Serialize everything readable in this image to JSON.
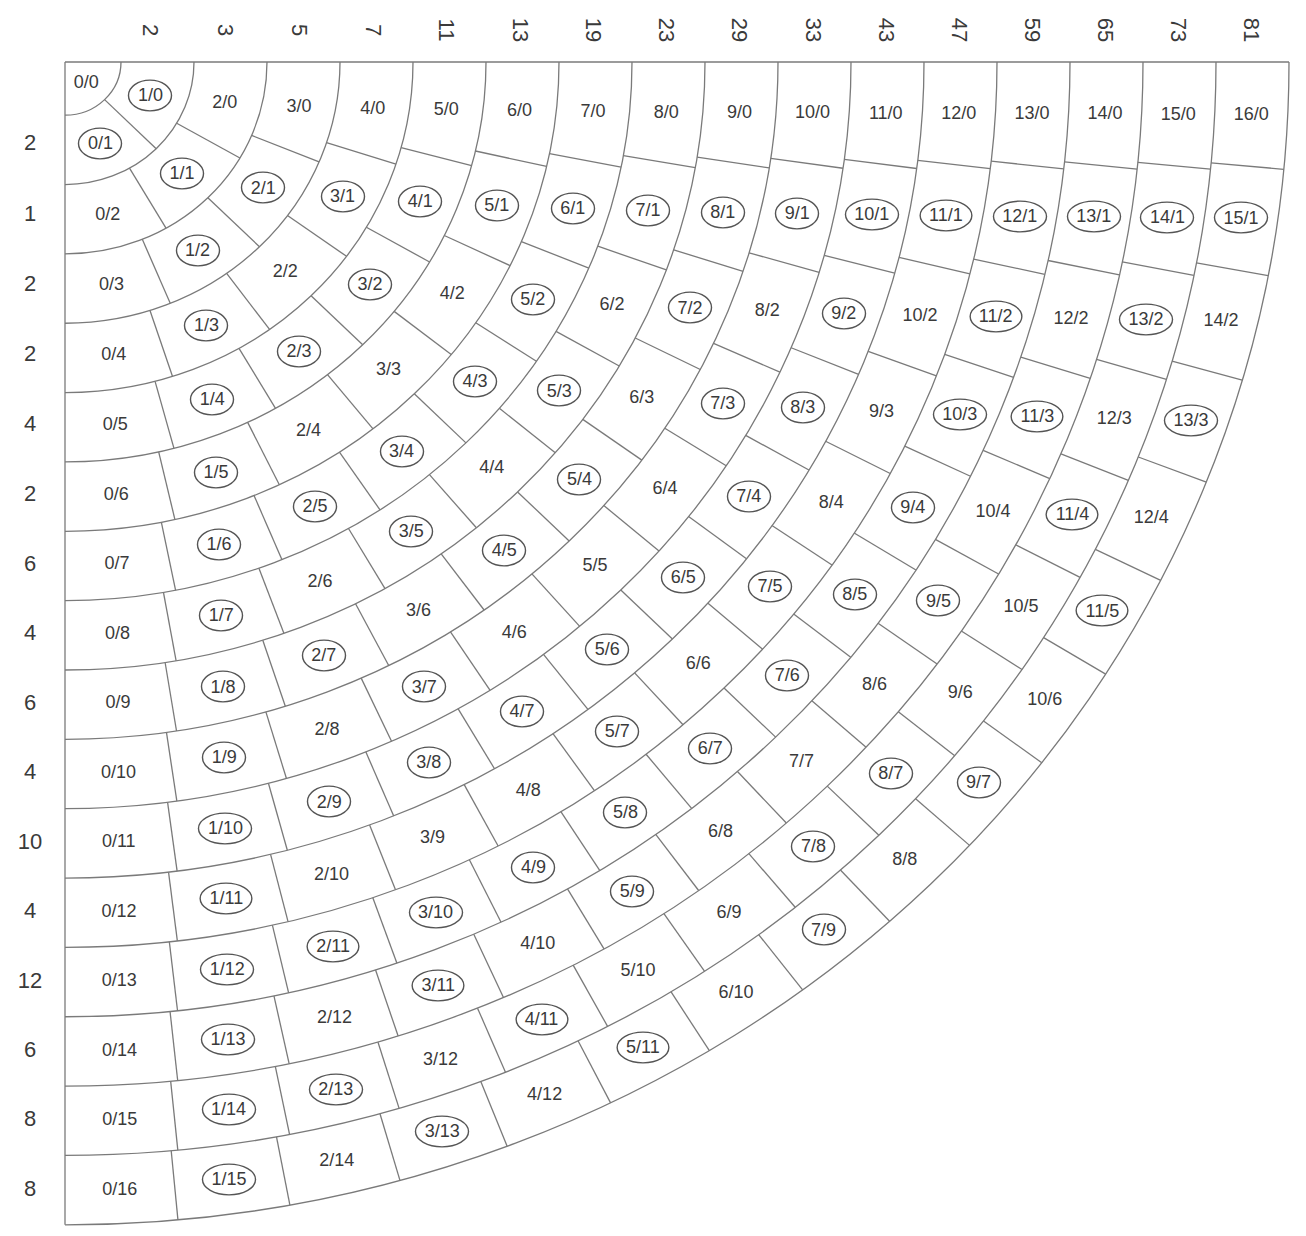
{
  "diagram": {
    "nodes": [
      {
        "text": [
          "0/0"
        ]
      },
      {
        "text": [
          "1/0"
        ]
      },
      {
        "text": [
          "0/1"
        ]
      },
      {
        "text": [
          "2/0"
        ]
      },
      {
        "text": [
          "1/1"
        ]
      },
      {
        "text": [
          "0/2"
        ]
      },
      {
        "text": [
          "3/0"
        ]
      },
      {
        "text": [
          "2/1"
        ]
      },
      {
        "text": [
          "1/2"
        ]
      },
      {
        "text": [
          "0/3"
        ]
      },
      {
        "text": [
          "4/0"
        ]
      },
      {
        "text": [
          "3/1"
        ]
      },
      {
        "text": [
          "2/2"
        ]
      },
      {
        "text": [
          "1/3"
        ]
      },
      {
        "text": [
          "0/4"
        ]
      },
      {
        "text": [
          "5/0"
        ]
      },
      {
        "text": [
          "4/1"
        ]
      },
      {
        "text": [
          "3/2"
        ]
      },
      {
        "text": [
          "2/3"
        ]
      },
      {
        "text": [
          "1/4"
        ]
      },
      {
        "text": [
          "0/5"
        ]
      },
      {
        "text": [
          "6/0"
        ]
      },
      {
        "text": [
          "5/1"
        ]
      },
      {
        "text": [
          "4/2"
        ]
      },
      {
        "text": [
          "3/3"
        ]
      },
      {
        "text": [
          "2/4"
        ]
      },
      {
        "text": [
          "1/5"
        ]
      },
      {
        "text": [
          "0/6"
        ]
      },
      {
        "text": [
          "7/0"
        ]
      },
      {
        "text": [
          "6/1"
        ]
      },
      {
        "text": [
          "5/2"
        ]
      },
      {
        "text": [
          "4/3"
        ]
      },
      {
        "text": [
          "3/4"
        ]
      },
      {
        "text": [
          "2/5"
        ]
      },
      {
        "text": [
          "1/6"
        ]
      },
      {
        "text": [
          "0/7"
        ]
      },
      {
        "text": [
          "8/0"
        ]
      },
      {
        "text": [
          "7/1"
        ]
      },
      {
        "text": [
          "6/2"
        ]
      },
      {
        "text": [
          "5/3"
        ]
      },
      {
        "text": [
          "4/4"
        ]
      },
      {
        "text": [
          "3/5"
        ]
      },
      {
        "text": [
          "2/6"
        ]
      },
      {
        "text": [
          "1/7"
        ]
      },
      {
        "text": [
          "0/8"
        ]
      },
      {
        "text": [
          "9/0"
        ]
      },
      {
        "text": [
          "8/1"
        ]
      },
      {
        "text": [
          "7/2"
        ]
      },
      {
        "text": [
          "6/3"
        ]
      },
      {
        "text": [
          "5/4"
        ]
      },
      {
        "text": [
          "4/5"
        ]
      },
      {
        "text": [
          "3/6"
        ]
      },
      {
        "text": [
          "2/7"
        ]
      },
      {
        "text": [
          "1/8"
        ]
      },
      {
        "text": [
          "0/9"
        ]
      },
      {
        "text": [
          "10/0"
        ]
      },
      {
        "text": [
          "9/1"
        ]
      },
      {
        "text": [
          "8/2"
        ]
      },
      {
        "text": [
          "7/3"
        ]
      },
      {
        "text": [
          "6/4"
        ]
      },
      {
        "text": [
          "5/5"
        ]
      },
      {
        "text": [
          "4/6"
        ]
      },
      {
        "text": [
          "3/7"
        ]
      },
      {
        "text": [
          "2/8"
        ]
      },
      {
        "text": [
          "1/9"
        ]
      },
      {
        "text": [
          "0/10"
        ]
      },
      {
        "text": [
          "11/0"
        ]
      },
      {
        "text": [
          "10/1"
        ]
      },
      {
        "text": [
          "9/2"
        ]
      },
      {
        "text": [
          "8/3"
        ]
      },
      {
        "text": [
          "7/4"
        ]
      },
      {
        "text": [
          "6/5"
        ]
      },
      {
        "text": [
          "5/6"
        ]
      },
      {
        "text": [
          "4/7"
        ]
      },
      {
        "text": [
          "3/8"
        ]
      },
      {
        "text": [
          "2/9"
        ]
      },
      {
        "text": [
          "1/10"
        ]
      },
      {
        "text": [
          "0/11"
        ]
      },
      {
        "text": [
          "12/0"
        ]
      },
      {
        "text": [
          "11/1"
        ]
      },
      {
        "text": [
          "10/2"
        ]
      },
      {
        "text": [
          "9/3"
        ]
      },
      {
        "text": [
          "8/4"
        ]
      },
      {
        "text": [
          "7/5"
        ]
      },
      {
        "text": [
          "6/6"
        ]
      },
      {
        "text": [
          "5/7"
        ]
      },
      {
        "text": [
          "4/8"
        ]
      },
      {
        "text": [
          "3/9"
        ]
      },
      {
        "text": [
          "2/10"
        ]
      },
      {
        "text": [
          "1/11"
        ]
      },
      {
        "text": [
          "0/12"
        ]
      },
      {
        "text": [
          "13/0"
        ]
      },
      {
        "text": [
          "12/1"
        ]
      },
      {
        "text": [
          "11/2"
        ]
      },
      {
        "text": [
          "10/3"
        ]
      },
      {
        "text": [
          "9/4"
        ]
      },
      {
        "text": [
          "8/5"
        ]
      },
      {
        "text": [
          "7/6"
        ]
      },
      {
        "text": [
          "6/7"
        ]
      },
      {
        "text": [
          "5/8"
        ]
      },
      {
        "text": [
          "4/9"
        ]
      },
      {
        "text": [
          "3/10"
        ]
      },
      {
        "text": [
          "2/11"
        ]
      },
      {
        "text": [
          "1/12"
        ]
      },
      {
        "text": [
          "0/13"
        ]
      },
      {
        "text": [
          "14/0"
        ]
      },
      {
        "text": [
          "13/1"
        ]
      },
      {
        "text": [
          "12/2"
        ]
      },
      {
        "text": [
          "11/3"
        ]
      },
      {
        "text": [
          "10/4"
        ]
      },
      {
        "text": [
          "9/5"
        ]
      },
      {
        "text": [
          "8/6"
        ]
      },
      {
        "text": [
          "7/7"
        ]
      },
      {
        "text": [
          "6/8"
        ]
      },
      {
        "text": [
          "5/9"
        ]
      },
      {
        "text": [
          "4/10"
        ]
      },
      {
        "text": [
          "3/11"
        ]
      },
      {
        "text": [
          "2/12"
        ]
      },
      {
        "text": [
          "1/13"
        ]
      },
      {
        "text": [
          "0/14"
        ]
      },
      {
        "text": [
          "15/0"
        ]
      },
      {
        "text": [
          "14/1"
        ]
      },
      {
        "text": [
          "13/2"
        ]
      },
      {
        "text": [
          "12/3"
        ]
      },
      {
        "text": [
          "11/4"
        ]
      },
      {
        "text": [
          "10/5"
        ]
      },
      {
        "text": [
          "9/6"
        ]
      },
      {
        "text": [
          "8/7"
        ]
      },
      {
        "text": [
          "7/8"
        ]
      },
      {
        "text": [
          "6/9"
        ]
      },
      {
        "text": [
          "5/10"
        ]
      },
      {
        "text": [
          "4/11"
        ]
      },
      {
        "text": [
          "3/12"
        ]
      },
      {
        "text": [
          "2/13"
        ]
      },
      {
        "text": [
          "1/14"
        ]
      },
      {
        "text": [
          "0/15"
        ]
      },
      {
        "text": [
          "16/0"
        ]
      },
      {
        "text": [
          "15/1"
        ]
      },
      {
        "text": [
          "14/2"
        ]
      },
      {
        "text": [
          "13/3"
        ]
      },
      {
        "text": [
          "12/4"
        ]
      },
      {
        "text": [
          "11/5"
        ]
      },
      {
        "text": [
          "10/6"
        ]
      },
      {
        "text": [
          "9/7"
        ]
      },
      {
        "text": [
          "8/8"
        ]
      },
      {
        "text": [
          "7/9"
        ]
      },
      {
        "text": [
          "6/10"
        ]
      },
      {
        "text": [
          "5/11"
        ]
      },
      {
        "text": [
          "4/12"
        ]
      },
      {
        "text": [
          "3/13"
        ]
      },
      {
        "text": [
          "2/14"
        ]
      },
      {
        "text": [
          "1/15"
        ]
      },
      {
        "text": [
          "0/16"
        ]
      }
    ],
    "labels": [
      "2",
      "3",
      "5",
      "7",
      "11",
      "13",
      "19",
      "23",
      "29",
      "33",
      "43",
      "47",
      "59",
      "65",
      "73",
      "81",
      "2",
      "1",
      "2",
      "2",
      "4",
      "2",
      "6",
      "4",
      "6",
      "4",
      "10",
      "4",
      "12",
      "6",
      "8",
      "8"
    ]
  }
}
